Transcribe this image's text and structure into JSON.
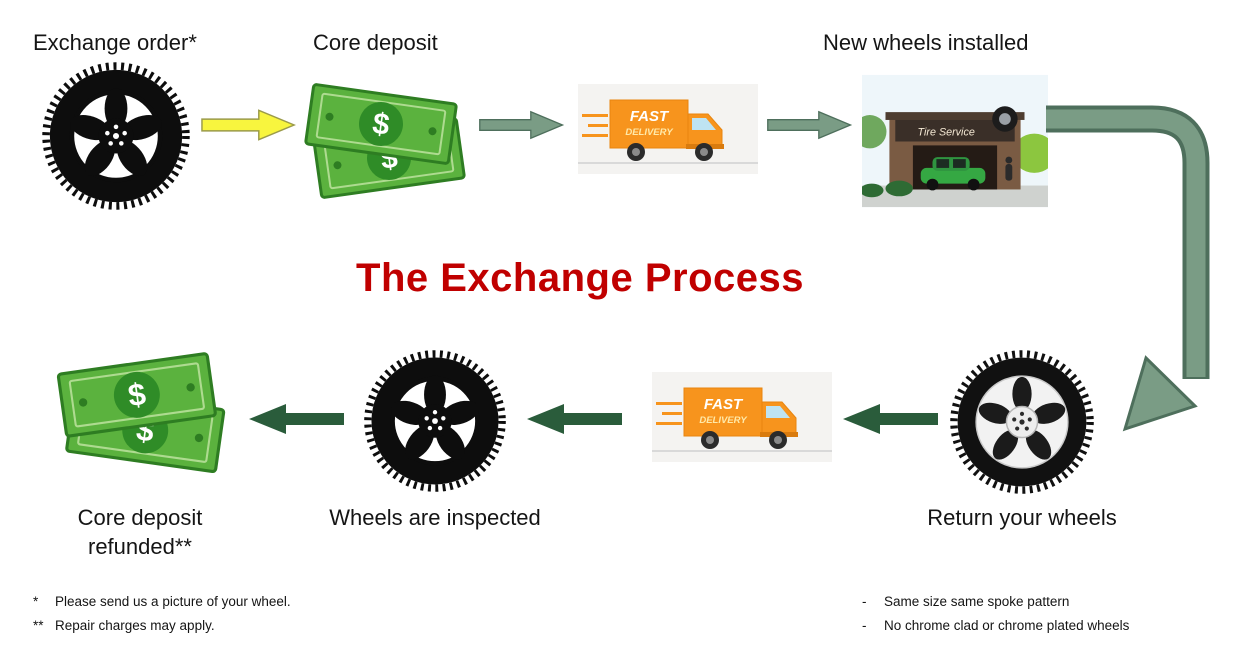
{
  "title": "The Exchange Process",
  "colors": {
    "title_red": "#C00000",
    "arrow_yellow": "#F8F53E",
    "arrow_sage": "#7A9C85",
    "arrow_sage_outline": "#4E6F5C",
    "arrow_dark_green": "#2A5C3B",
    "money_green": "#5BB23E",
    "truck_orange": "#F7941D"
  },
  "steps": {
    "exchange_order": "Exchange order*",
    "core_deposit": "Core deposit",
    "new_wheels_installed": "New wheels installed",
    "return_your_wheels": "Return your wheels",
    "wheels_are_inspected": "Wheels are inspected",
    "core_deposit_refunded_line1": "Core deposit",
    "core_deposit_refunded_line2": "refunded**"
  },
  "truck": {
    "fast": "FAST",
    "delivery": "DELIVERY"
  },
  "shop": {
    "sign": "Tire Service"
  },
  "money": {
    "dollar": "$"
  },
  "footnotes": {
    "left": [
      {
        "marker": "*",
        "text": "Please send us a picture of your wheel."
      },
      {
        "marker": "**",
        "text": "Repair charges may apply."
      }
    ],
    "right": [
      {
        "marker": "-",
        "text": "Same size same spoke pattern"
      },
      {
        "marker": "-",
        "text": "No chrome clad or chrome plated wheels"
      }
    ]
  }
}
